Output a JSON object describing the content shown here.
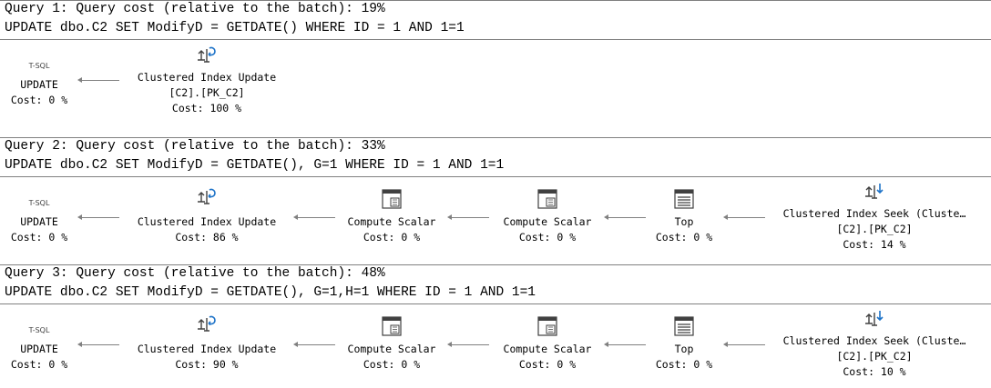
{
  "queries": [
    {
      "header": "Query 1: Query cost (relative to the batch): 19%",
      "sql": "UPDATE dbo.C2 SET ModifyD = GETDATE() WHERE ID = 1 AND 1=1",
      "update": {
        "icon_label": "T-SQL",
        "name": "UPDATE",
        "cost": "Cost: 0 %"
      },
      "ciu": {
        "name": "Clustered Index Update",
        "object": "[C2].[PK_C2]",
        "cost": "Cost: 100 %"
      }
    },
    {
      "header": "Query 2: Query cost (relative to the batch): 33%",
      "sql": "UPDATE dbo.C2 SET ModifyD = GETDATE(), G=1 WHERE ID = 1 AND 1=1",
      "update": {
        "icon_label": "T-SQL",
        "name": "UPDATE",
        "cost": "Cost: 0 %"
      },
      "ciu": {
        "name": "Clustered Index Update",
        "cost": "Cost: 86 %"
      },
      "cs1": {
        "name": "Compute Scalar",
        "cost": "Cost: 0 %"
      },
      "cs2": {
        "name": "Compute Scalar",
        "cost": "Cost: 0 %"
      },
      "top": {
        "name": "Top",
        "cost": "Cost: 0 %"
      },
      "seek": {
        "name": "Clustered Index Seek (Cluste…",
        "object": "[C2].[PK_C2]",
        "cost": "Cost: 14 %"
      }
    },
    {
      "header": "Query 3: Query cost (relative to the batch): 48%",
      "sql": "UPDATE dbo.C2 SET ModifyD = GETDATE(), G=1,H=1 WHERE ID = 1 AND 1=1",
      "update": {
        "icon_label": "T-SQL",
        "name": "UPDATE",
        "cost": "Cost: 0 %"
      },
      "ciu": {
        "name": "Clustered Index Update",
        "cost": "Cost: 90 %"
      },
      "cs1": {
        "name": "Compute Scalar",
        "cost": "Cost: 0 %"
      },
      "cs2": {
        "name": "Compute Scalar",
        "cost": "Cost: 0 %"
      },
      "top": {
        "name": "Top",
        "cost": "Cost: 0 %"
      },
      "seek": {
        "name": "Clustered Index Seek (Cluste…",
        "object": "[C2].[PK_C2]",
        "cost": "Cost: 10 %"
      }
    }
  ],
  "colors": {
    "accent": "#1e73c8",
    "border": "#808080",
    "icon": "#404040"
  }
}
